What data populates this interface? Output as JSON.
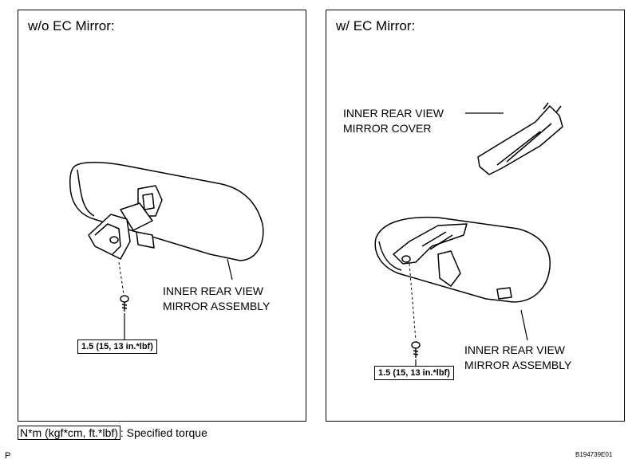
{
  "left_panel": {
    "title": "w/o EC Mirror:",
    "part_label_line1": "INNER REAR VIEW",
    "part_label_line2": "MIRROR ASSEMBLY",
    "torque": "1.5 (15, 13 in.*lbf)"
  },
  "right_panel": {
    "title": "w/ EC Mirror:",
    "cover_label_line1": "INNER REAR VIEW",
    "cover_label_line2": "MIRROR COVER",
    "part_label_line1": "INNER REAR VIEW",
    "part_label_line2": "MIRROR ASSEMBLY",
    "torque": "1.5 (15, 13 in.*lbf)"
  },
  "legend": {
    "unit_box": "N*m (kgf*cm, ft.*lbf)",
    "text": ": Specified torque"
  },
  "corner_mark": "P",
  "figure_id": "B194739E01"
}
